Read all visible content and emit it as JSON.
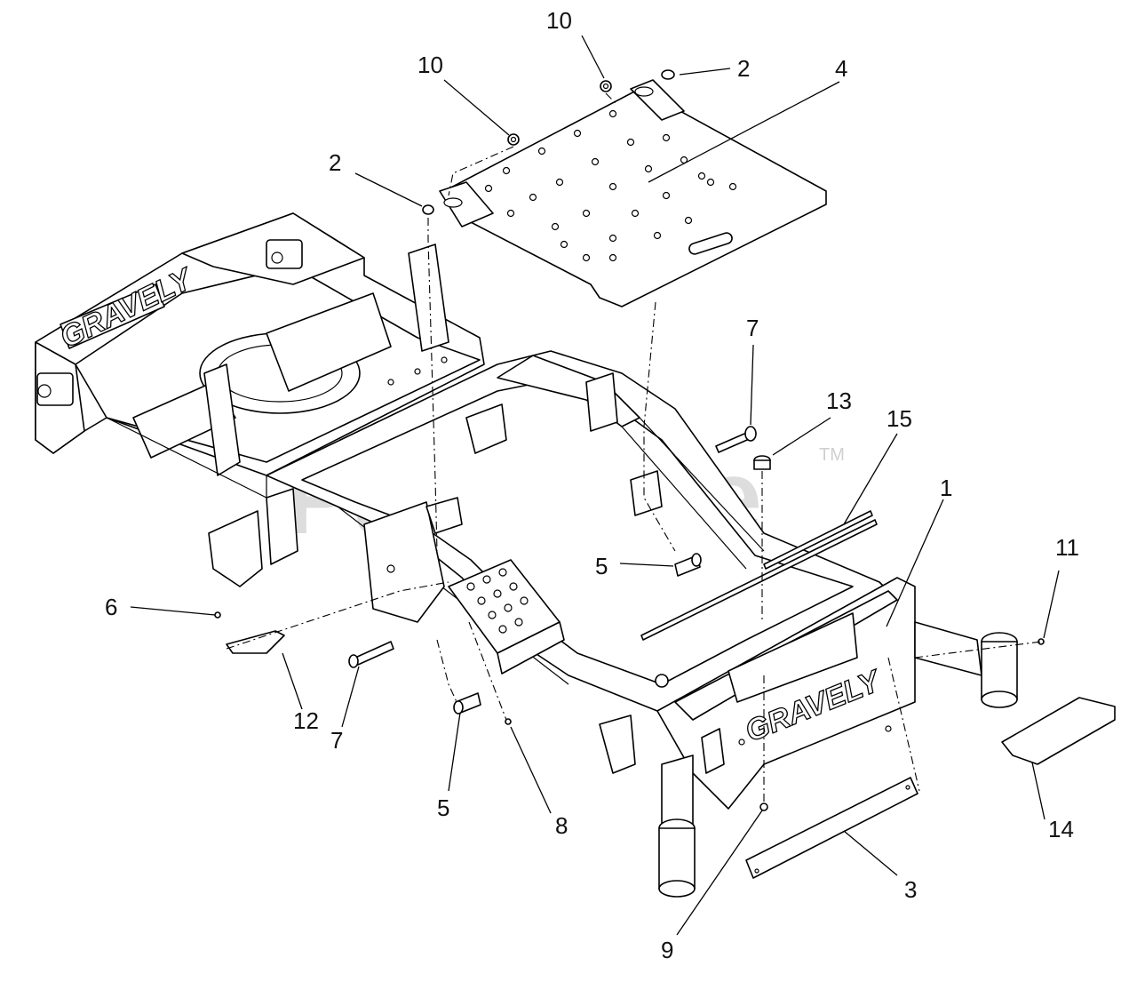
{
  "watermark": {
    "text": "PartsTree",
    "trademark": "TM"
  },
  "brand_marks": {
    "front": "GRAVELY",
    "rear": "GRAVELY"
  },
  "callouts": [
    {
      "id": "c1",
      "label": "1"
    },
    {
      "id": "c2a",
      "label": "2"
    },
    {
      "id": "c2b",
      "label": "2"
    },
    {
      "id": "c3",
      "label": "3"
    },
    {
      "id": "c4",
      "label": "4"
    },
    {
      "id": "c5a",
      "label": "5"
    },
    {
      "id": "c5b",
      "label": "5"
    },
    {
      "id": "c6",
      "label": "6"
    },
    {
      "id": "c7a",
      "label": "7"
    },
    {
      "id": "c7b",
      "label": "7"
    },
    {
      "id": "c8",
      "label": "8"
    },
    {
      "id": "c9",
      "label": "9"
    },
    {
      "id": "c10a",
      "label": "10"
    },
    {
      "id": "c10b",
      "label": "10"
    },
    {
      "id": "c11",
      "label": "11"
    },
    {
      "id": "c12",
      "label": "12"
    },
    {
      "id": "c13",
      "label": "13"
    },
    {
      "id": "c14",
      "label": "14"
    },
    {
      "id": "c15",
      "label": "15"
    }
  ]
}
